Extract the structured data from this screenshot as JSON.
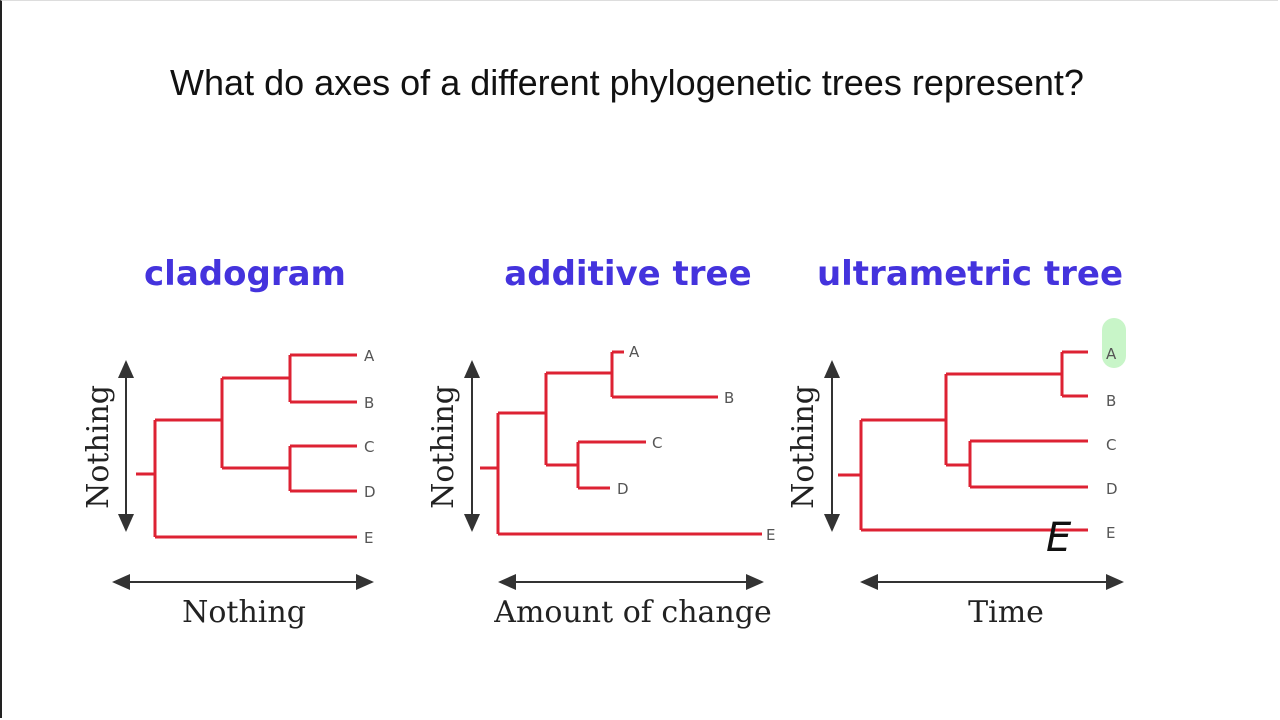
{
  "slide": {
    "question": "What do axes of a different phylogenetic trees represent?"
  },
  "trees": [
    {
      "title": "cladogram",
      "y_axis_label": "Nothing",
      "x_axis_label": "Nothing",
      "leaves": [
        "A",
        "B",
        "C",
        "D",
        "E"
      ]
    },
    {
      "title": "additive tree",
      "y_axis_label": "Nothing",
      "x_axis_label": "Amount of change",
      "leaves": [
        "A",
        "B",
        "C",
        "D",
        "E"
      ]
    },
    {
      "title": "ultrametric tree",
      "y_axis_label": "Nothing",
      "x_axis_label": "Time",
      "leaves": [
        "A",
        "B",
        "C",
        "D",
        "E"
      ]
    }
  ],
  "annotation": {
    "handwritten": "E"
  },
  "colors": {
    "title": "#4433dd",
    "branch": "#dd2233",
    "highlight": "#c8f5c8"
  }
}
